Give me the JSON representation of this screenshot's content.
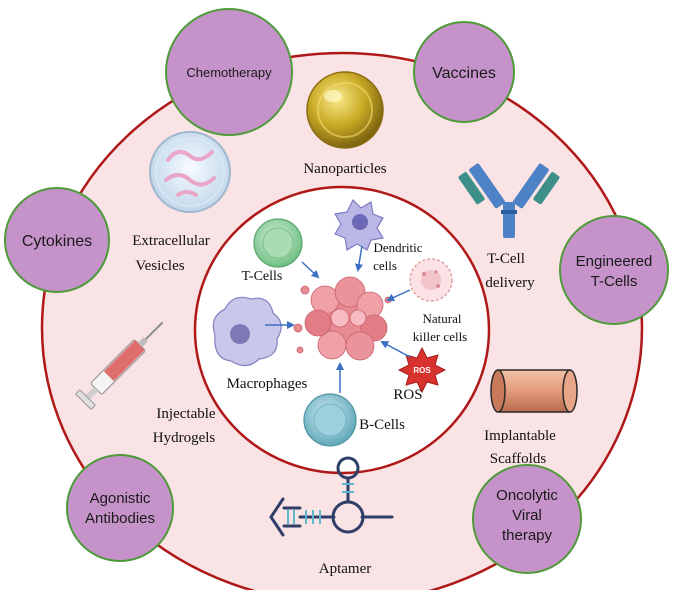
{
  "outer_nodes": [
    {
      "id": "chemotherapy",
      "lines": [
        "Chemotherapy"
      ]
    },
    {
      "id": "vaccines",
      "lines": [
        "Vaccines"
      ]
    },
    {
      "id": "cytokines",
      "lines": [
        "Cytokines"
      ]
    },
    {
      "id": "engineered-t-cells",
      "lines": [
        "Engineered",
        "T-Cells"
      ]
    },
    {
      "id": "agonistic-antibodies",
      "lines": [
        "Agonistic",
        "Antibodies"
      ]
    },
    {
      "id": "oncolytic-viral-therapy",
      "lines": [
        "Oncolytic",
        "Viral",
        "therapy"
      ]
    }
  ],
  "carriers": [
    {
      "id": "nanoparticles",
      "lines": [
        "Nanoparticles"
      ]
    },
    {
      "id": "extracellular-vesicles",
      "lines": [
        "Extracellular",
        "Vesicles"
      ]
    },
    {
      "id": "t-cell-delivery",
      "lines": [
        "T-Cell",
        "delivery"
      ]
    },
    {
      "id": "injectable-hydrogels",
      "lines": [
        "Injectable",
        "Hydrogels"
      ]
    },
    {
      "id": "implantable-scaffolds",
      "lines": [
        "Implantable",
        "Scaffolds"
      ]
    },
    {
      "id": "aptamer",
      "lines": [
        "Aptamer"
      ]
    }
  ],
  "immune_cells": [
    {
      "id": "t-cells",
      "lines": [
        "T-Cells"
      ]
    },
    {
      "id": "dendritic-cells",
      "lines": [
        "Dendritic",
        "cells"
      ]
    },
    {
      "id": "natural-killer-cells",
      "lines": [
        "Natural",
        "killer cells"
      ]
    },
    {
      "id": "macrophages",
      "lines": [
        "Macrophages"
      ]
    },
    {
      "id": "b-cells",
      "lines": [
        "B-Cells"
      ]
    },
    {
      "id": "ros",
      "lines": [
        "ROS"
      ]
    }
  ],
  "ros_badge": "ROS",
  "colors": {
    "outer_node_fill": "#c593c9",
    "outer_node_stroke": "#4f9a3a",
    "ring_fill": "#fae3e4",
    "ring_stroke": "#b01818",
    "arrow": "#3a6fc4",
    "tumor": "#e88a92"
  }
}
